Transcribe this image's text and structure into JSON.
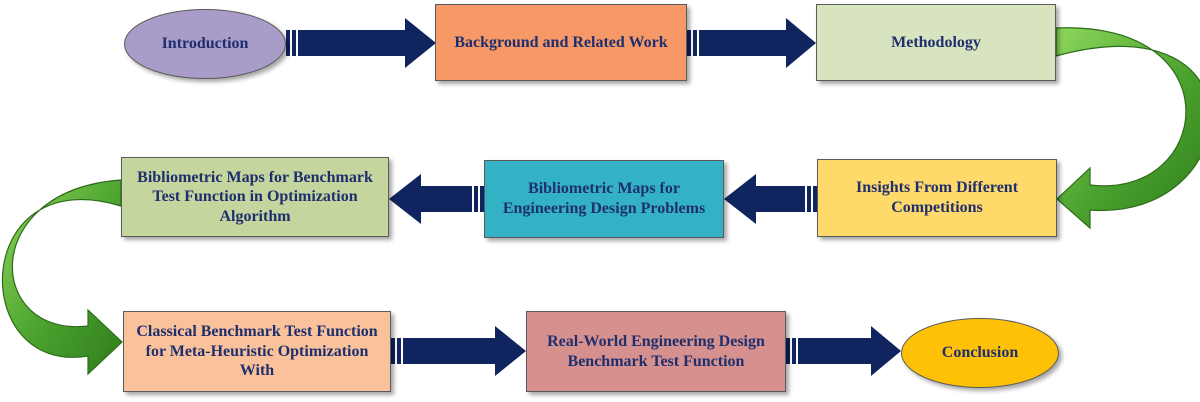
{
  "nodes": {
    "introduction": "Introduction",
    "background": "Background and Related Work",
    "methodology": "Methodology",
    "insights": "Insights From Different Competitions",
    "engineering_maps": "Bibliometric Maps for Engineering Design Problems",
    "benchmark_maps": "Bibliometric Maps for Benchmark Test Function in Optimization Algorithm",
    "classical": "Classical Benchmark Test Function for Meta-Heuristic Optimization With",
    "realworld": "Real-World Engineering Design Benchmark Test Function",
    "conclusion": "Conclusion"
  },
  "colors": {
    "straight_arrow": "#10245f",
    "curved_arrow": "#4aa12e",
    "text": "#1f2f6e"
  }
}
